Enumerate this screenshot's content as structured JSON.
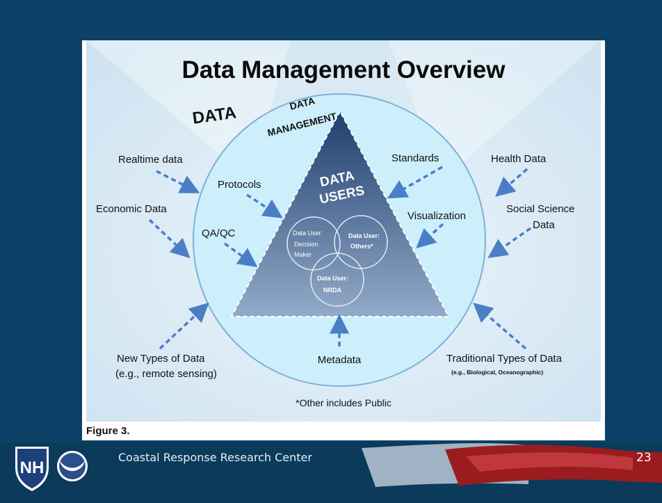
{
  "diagram": {
    "title": "Data Management Overview",
    "data_label": "DATA",
    "ring_label": [
      "DATA",
      "MANAGEMENT"
    ],
    "core_label": [
      "DATA",
      "USERS"
    ],
    "venn": {
      "decision_maker": [
        "Data User:",
        "Decision",
        "Maker"
      ],
      "others": [
        "Data User:",
        "Others*"
      ],
      "nrda": [
        "Data User:",
        "NRDA"
      ]
    },
    "inner_labels": {
      "protocols": "Protocols",
      "qaqc": "QA/QC",
      "standards": "Standards",
      "visualization": "Visualization",
      "metadata": "Metadata"
    },
    "outer_labels": {
      "realtime": "Realtime data",
      "economic": "Economic Data",
      "health": "Health Data",
      "social": [
        "Social Science",
        "Data"
      ],
      "new_types": [
        "New Types of Data",
        "(e.g., remote sensing)"
      ],
      "traditional": [
        "Traditional Types of Data",
        "(e.g., Biological, Oceanographic)"
      ]
    },
    "footnote": "*Other includes Public"
  },
  "caption": "Figure 3.",
  "footer": {
    "org_name": "Coastal Response Research Center",
    "page_number": "23"
  },
  "colors": {
    "slide_bg": "#0d4066",
    "circle_fill": "#cfeffc",
    "triangle_top": "#1e3f6e",
    "triangle_bottom": "#8fa8c8",
    "arrow": "#4a7fc6",
    "accent_red": "#9b1c1f"
  }
}
